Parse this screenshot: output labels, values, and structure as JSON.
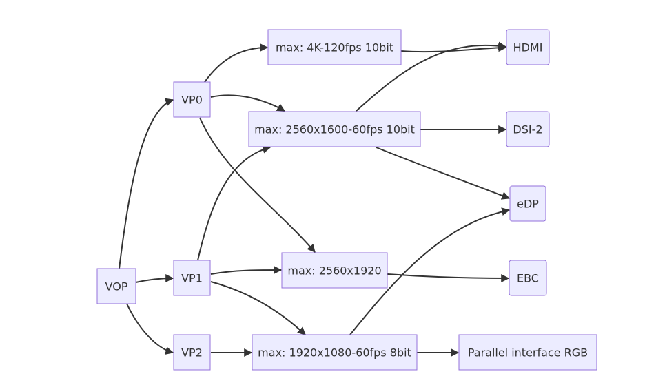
{
  "nodes": {
    "vop": "VOP",
    "vp0": "VP0",
    "vp1": "VP1",
    "vp2": "VP2",
    "mux4k": "max: 4K-120fps 10bit",
    "mux2560x1600": "max: 2560x1600-60fps 10bit",
    "mux2560x1920": "max: 2560x1920",
    "mux1920x1080": "max: 1920x1080-60fps 8bit",
    "hdmi": "HDMI",
    "dsi2": "DSI-2",
    "edp": "eDP",
    "ebc": "EBC",
    "rgb": "Parallel interface RGB"
  },
  "edges": [
    [
      "vop",
      "vp0"
    ],
    [
      "vop",
      "vp1"
    ],
    [
      "vop",
      "vp2"
    ],
    [
      "vp0",
      "mux4k"
    ],
    [
      "vp0",
      "mux2560x1600"
    ],
    [
      "vp0",
      "mux2560x1920"
    ],
    [
      "vp1",
      "mux2560x1600"
    ],
    [
      "vp1",
      "mux2560x1920"
    ],
    [
      "vp1",
      "mux1920x1080"
    ],
    [
      "vp2",
      "mux1920x1080"
    ],
    [
      "mux4k",
      "hdmi"
    ],
    [
      "mux2560x1600",
      "hdmi"
    ],
    [
      "mux2560x1600",
      "dsi2"
    ],
    [
      "mux2560x1600",
      "edp"
    ],
    [
      "mux2560x1920",
      "ebc"
    ],
    [
      "mux1920x1080",
      "edp"
    ],
    [
      "mux1920x1080",
      "rgb"
    ]
  ],
  "colors": {
    "node_fill": "#ececff",
    "node_border": "#9370db",
    "edge": "#333333",
    "text": "#333333"
  }
}
